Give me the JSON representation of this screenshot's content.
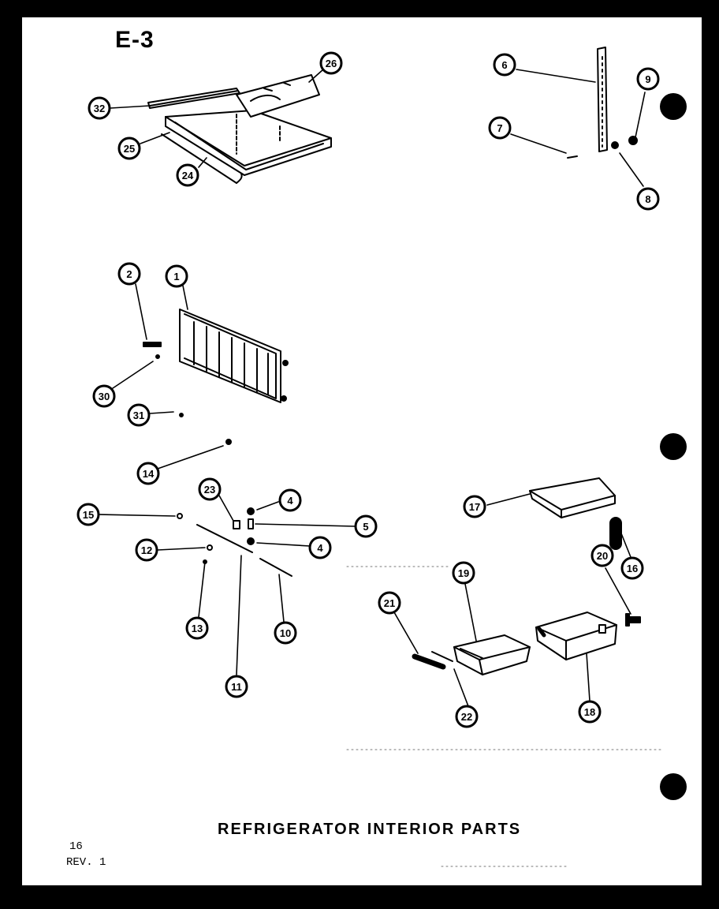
{
  "sheet_id": "E-3",
  "title": "REFRIGERATOR INTERIOR PARTS",
  "page_number": "16",
  "revision": "REV. 1",
  "callouts": [
    "32",
    "26",
    "25",
    "24",
    "6",
    "9",
    "7",
    "8",
    "2",
    "1",
    "30",
    "31",
    "14",
    "23",
    "4",
    "5",
    "15",
    "12",
    "13",
    "10",
    "11",
    "17",
    "16",
    "20",
    "19",
    "21",
    "22",
    "18"
  ]
}
